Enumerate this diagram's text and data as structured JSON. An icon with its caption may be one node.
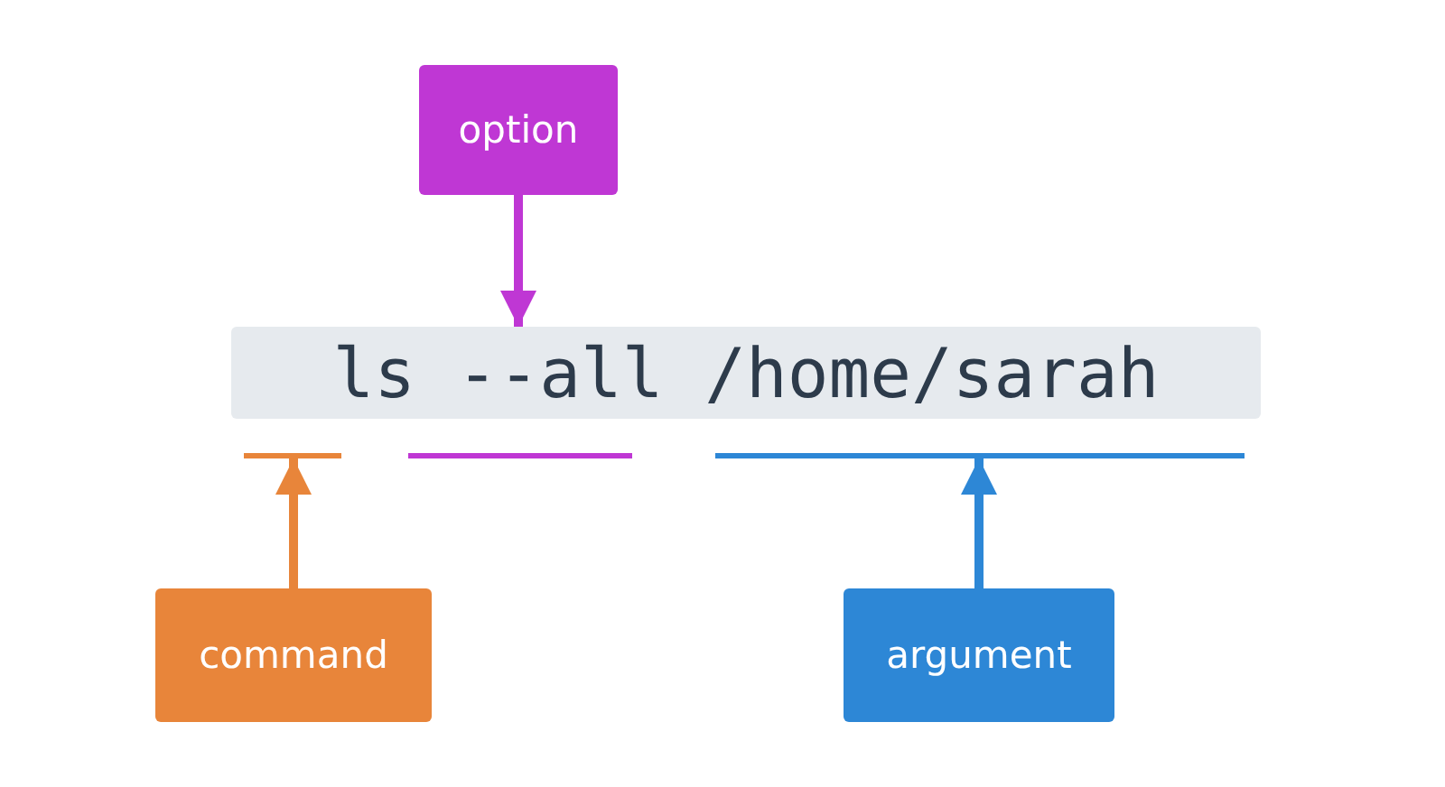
{
  "diagram": {
    "nodes": [
      {
        "text": [
          "option"
        ]
      },
      {
        "text": [
          "ls --all /home/sarah"
        ]
      },
      {
        "text": [],
        "shape": "bar"
      },
      {
        "text": [],
        "shape": "bar"
      },
      {
        "text": [],
        "shape": "bar"
      },
      {
        "text": [
          "command"
        ]
      },
      {
        "text": [
          "argument"
        ]
      }
    ],
    "edges": [
      {
        "from": 0,
        "to": 1,
        "arrow": "to",
        "color": "#bf37d4"
      },
      {
        "from": 5,
        "to": 2,
        "arrow": "to",
        "color": "#e8853a"
      },
      {
        "from": 6,
        "to": 4,
        "arrow": "to",
        "color": "#2d87d6"
      }
    ]
  }
}
